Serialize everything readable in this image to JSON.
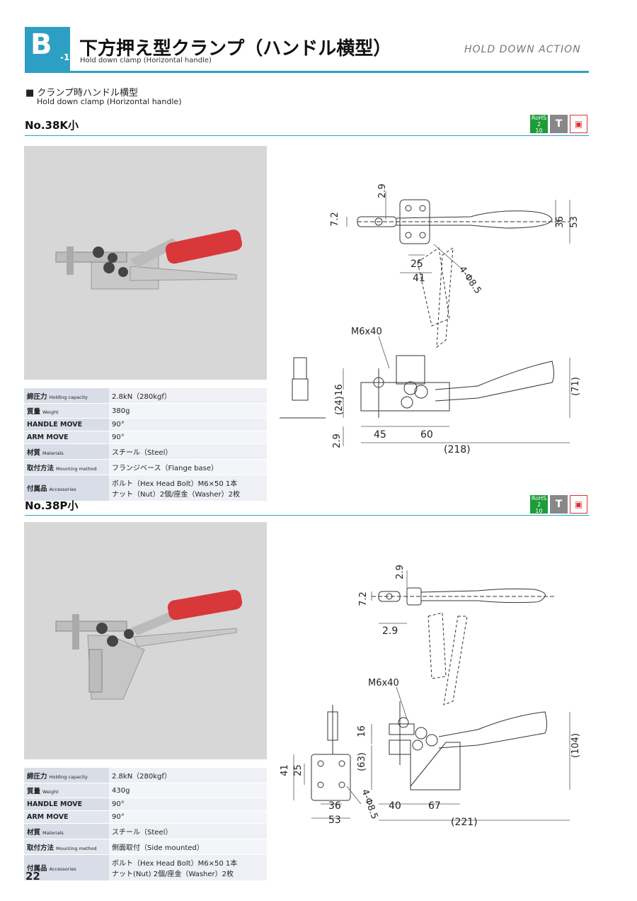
{
  "header": {
    "badge_letter": "B",
    "badge_num": "-1",
    "title": "下方押え型クランプ（ハンドル横型）",
    "subtitle": "Hold down clamp (Horizontal handle)",
    "right": "HOLD DOWN ACTION"
  },
  "intro": {
    "jp": "■ クランプ時ハンドル横型",
    "en": "Hold down clamp (Horizontal handle)"
  },
  "icons": {
    "rohs": "RoHS 2\n10",
    "t": "T",
    "p": "▣"
  },
  "products": [
    {
      "model": "No.38K小",
      "specs": [
        {
          "k": "締圧力",
          "ke": "Holding capacity",
          "v": "2.8kN（280kgf）"
        },
        {
          "k": "質量",
          "ke": "Weight",
          "v": "380g"
        },
        {
          "k": "HANDLE MOVE",
          "ke": "",
          "v": "90°"
        },
        {
          "k": "ARM MOVE",
          "ke": "",
          "v": "90°"
        },
        {
          "k": "材質",
          "ke": "Materials",
          "v": "スチール（Steel）"
        },
        {
          "k": "取付方法",
          "ke": "Mounting method",
          "v": "フランジベース（Flange base）"
        },
        {
          "k": "付属品",
          "ke": "Accessories",
          "v": "ボルト（Hex Head Bolt）M6×50 1本",
          "v2": "ナット（Nut）2個/座金（Washer）2枚"
        }
      ],
      "dims": {
        "d1": "2.9",
        "d2": "7.2",
        "d3": "36",
        "d4": "53",
        "d5": "25",
        "d6": "41",
        "d7": "4-Φ8.5",
        "d8": "M6x40",
        "d9": "16",
        "d10": "(24)",
        "d11": "2.9",
        "d12": "45",
        "d13": "60",
        "d14": "(218)",
        "d15": "(71)"
      }
    },
    {
      "model": "No.38P小",
      "specs": [
        {
          "k": "締圧力",
          "ke": "Holding capacity",
          "v": "2.8kN（280kgf）"
        },
        {
          "k": "質量",
          "ke": "Weight",
          "v": "430g"
        },
        {
          "k": "HANDLE MOVE",
          "ke": "",
          "v": "90°"
        },
        {
          "k": "ARM MOVE",
          "ke": "",
          "v": "90°"
        },
        {
          "k": "材質",
          "ke": "Materials",
          "v": "スチール（Steel）"
        },
        {
          "k": "取付方法",
          "ke": "Mounting method",
          "v": "側面取付（Side mounted）"
        },
        {
          "k": "付属品",
          "ke": "Accessories",
          "v": "ボルト（Hex Head Bolt）M6×50 1本",
          "v2": "ナット(Nut) 2個/座金（Washer）2枚"
        }
      ],
      "dims": {
        "d1": "2.9",
        "d2": "7.2",
        "d3": "2.9",
        "d4": "M6x40",
        "d5": "16",
        "d6": "(63)",
        "d7": "41",
        "d8": "25",
        "d9": "36",
        "d10": "53",
        "d11": "4-Φ8.5",
        "d12": "40",
        "d13": "67",
        "d14": "(221)",
        "d15": "(104)"
      }
    }
  ],
  "page_number": "22"
}
